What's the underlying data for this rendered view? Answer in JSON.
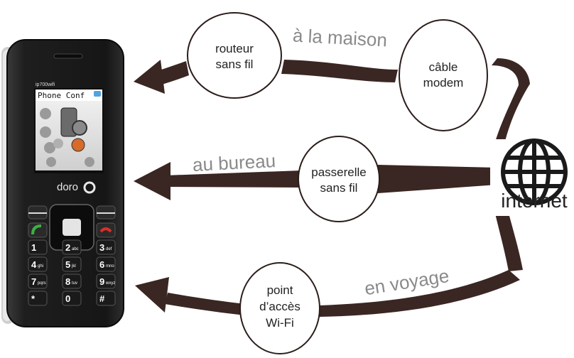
{
  "phone": {
    "model": "ip700wifi",
    "screen_title": "Phone Conf",
    "brand": "doro",
    "keypad": [
      {
        "digit": "1",
        "letters": ""
      },
      {
        "digit": "2",
        "letters": "abc"
      },
      {
        "digit": "3",
        "letters": "def"
      },
      {
        "digit": "4",
        "letters": "ghi"
      },
      {
        "digit": "5",
        "letters": "jkl"
      },
      {
        "digit": "6",
        "letters": "mno"
      },
      {
        "digit": "7",
        "letters": "pqrs"
      },
      {
        "digit": "8",
        "letters": "tuv"
      },
      {
        "digit": "9",
        "letters": "wxyz"
      },
      {
        "digit": "*",
        "letters": ""
      },
      {
        "digit": "0",
        "letters": ""
      },
      {
        "digit": "#",
        "letters": ""
      }
    ]
  },
  "nodes": {
    "router": [
      "routeur",
      "sans fil"
    ],
    "modem": [
      "câble",
      "modem"
    ],
    "gateway": [
      "passerelle",
      "sans fil"
    ],
    "hotspot": [
      "point",
      "d’accès",
      "Wi-Fi"
    ]
  },
  "routes": {
    "home": "à la maison",
    "office": "au bureau",
    "travel": "en voyage"
  },
  "hub": {
    "label": "internet",
    "icon": "globe-icon"
  },
  "colors": {
    "arrow": "#3a2622",
    "route_label": "#8a8a8a",
    "node_border": "#2b1d1a",
    "phone_body": "#1c1c1c"
  }
}
